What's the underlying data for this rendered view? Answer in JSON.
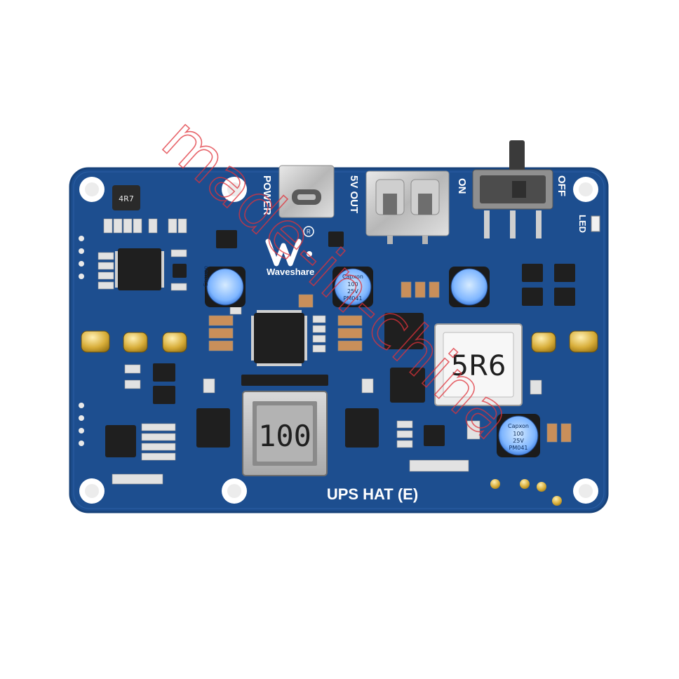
{
  "board": {
    "title": "UPS HAT (E)",
    "brand": "Waveshare",
    "labels": {
      "power": "POWER",
      "five_v_out": "5V OUT",
      "on": "ON",
      "off": "OFF",
      "led": "LED"
    },
    "inductor_large": "100",
    "inductor_shielded": "5R6",
    "inductor_small": "4R7",
    "capacitor_text": [
      "Capxon",
      "100",
      "25V",
      "PM041"
    ],
    "colors": {
      "pcb_blue": "#1d4e8f",
      "pcb_edge": "#17427a",
      "silkscreen": "#ffffff"
    }
  },
  "watermark": {
    "text": "made-in-china",
    "color": "#e0323a"
  }
}
